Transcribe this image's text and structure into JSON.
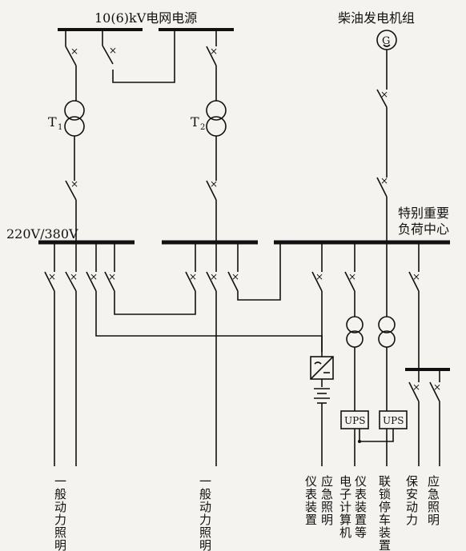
{
  "labels": {
    "grid_source": "10(6)kV电网电源",
    "generator": "柴油发电机组",
    "generator_symbol": "G",
    "t1": "T",
    "t1_sub": "1",
    "t2": "T",
    "t2_sub": "2",
    "voltage": "220V/380V",
    "important_load_line1": "特别重要",
    "important_load_line2": "负荷中心",
    "ups": "UPS"
  },
  "loads": [
    {
      "id": "general-1",
      "text": "一般动力照明"
    },
    {
      "id": "general-2",
      "text": "一般动力照明"
    },
    {
      "id": "instrument",
      "text": "仪表装置"
    },
    {
      "id": "emergency-1",
      "text": "应急照明"
    },
    {
      "id": "computer-col1",
      "text": "电子计算机"
    },
    {
      "id": "computer-col2",
      "text": "仪表装置等"
    },
    {
      "id": "interlock",
      "text": "联锁停车装置"
    },
    {
      "id": "security",
      "text": "保安动力"
    },
    {
      "id": "emergency-2",
      "text": "应急照明"
    }
  ],
  "colors": {
    "line": "#111111",
    "background": "#f4f3ef"
  }
}
